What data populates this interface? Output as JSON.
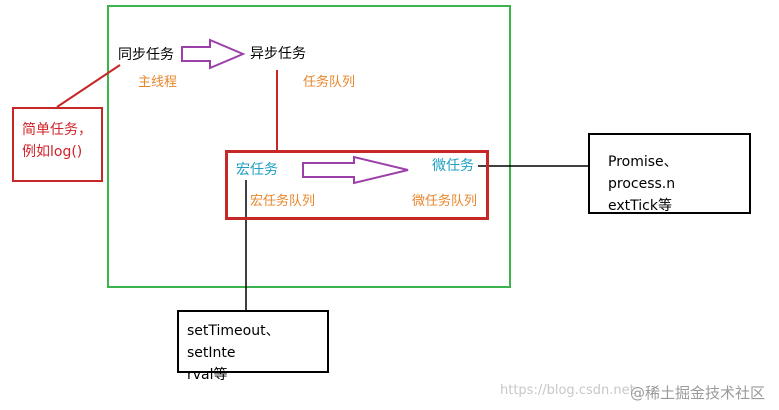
{
  "nodes": {
    "sync_task": "同步任务",
    "main_thread": "主线程",
    "async_task": "异步任务",
    "task_queue": "任务队列",
    "macro_task": "宏任务",
    "macro_queue": "宏任务队列",
    "micro_task": "微任务",
    "micro_queue": "微任务队列"
  },
  "notes": {
    "simple_task_line1": "简单任务，",
    "simple_task_line2": "例如log()",
    "micro_examples_line1": "Promise、process.n",
    "micro_examples_line2": "extTick等",
    "macro_examples_line1": "setTimeout、setInte",
    "macro_examples_line2": "rval等"
  },
  "watermark": {
    "url": "https://blog.csdn.net",
    "credit": "@稀土掘金技术社区"
  },
  "colors": {
    "outer_border": "#3cb44b",
    "red_border": "#c62828",
    "black_border": "#000000",
    "arrow_stroke": "#9c3fa8",
    "orange_text": "#e8862a",
    "cyan_text": "#1e9fc2"
  }
}
